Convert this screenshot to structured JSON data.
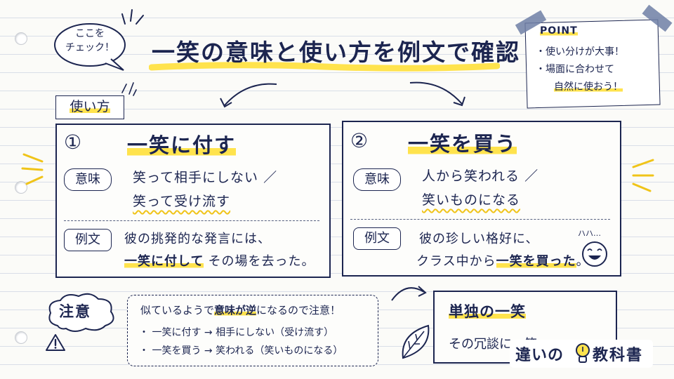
{
  "header": {
    "bubble_line1": "ここを",
    "bubble_line2": "チェック！",
    "title": "一笑の意味と使い方を例文で確認"
  },
  "point_note": {
    "label": "POINT",
    "line1": "・使い分けが大事！",
    "line2": "・場面に合わせて",
    "line3": "自然に使おう！"
  },
  "usage_tag": "使い方",
  "card1": {
    "number": "①",
    "heading": "一笑に付す",
    "meaning_label": "意味",
    "meaning_line1": "笑って相手にしない ／",
    "meaning_line2": "笑って受け流す",
    "example_label": "例文",
    "example_line1": "彼の挑発的な発言には、",
    "example_line2_hl": "一笑に付して",
    "example_line2_rest": "その場を去った。"
  },
  "card2": {
    "number": "②",
    "heading": "一笑を買う",
    "meaning_label": "意味",
    "meaning_line1": "人から笑われる ／",
    "meaning_line2": "笑いものになる",
    "example_label": "例文",
    "example_line1": "彼の珍しい格好に、",
    "example_line2_pre": "クラス中から",
    "example_line2_hl": "一笑を買った",
    "example_line2_post": "。",
    "laugh_text": "ハハ…"
  },
  "caution": {
    "cloud_label": "注意",
    "note_pre": "似ているようで",
    "note_hl": "意味が逆",
    "note_post": "になるので注意！",
    "bullet1": "・ 一笑に付す → 相手にしない（受け流す）",
    "bullet2": "・ 一笑を買う → 笑われる（笑いものになる）"
  },
  "single": {
    "heading": "単独の一笑",
    "text": "その冗談に一笑"
  },
  "logo": {
    "text_left": "違いの",
    "text_right": "教科書"
  },
  "colors": {
    "ink": "#1c2550",
    "highlight": "#ffe34d",
    "tape": "#6e7fa6"
  }
}
